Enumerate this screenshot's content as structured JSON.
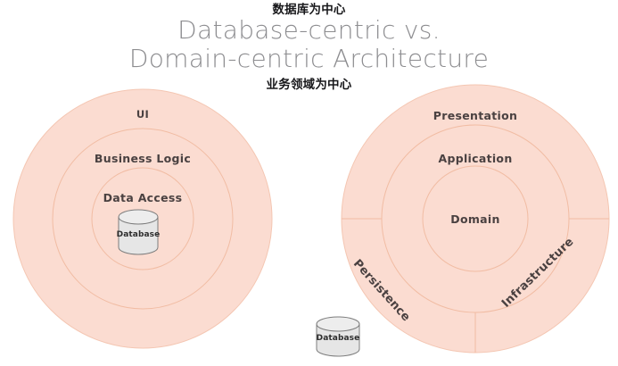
{
  "heading": {
    "note_top": "数据库为中心",
    "note_bottom": "业务领域为中心",
    "title_line1": "Database-centric vs.",
    "title_line2": "Domain-centric Architecture"
  },
  "colors": {
    "ring_fill": "#fbdcd1",
    "ring_stroke": "#f3c1ab",
    "title_text": "#8d8d90",
    "label_text": "#4a4141",
    "note_text": "#17171a",
    "cylinder_fill": "#e4e4e4",
    "cylinder_stroke": "#7b7b7b",
    "background": "#ffffff"
  },
  "left_diagram": {
    "name": "database-centric",
    "rings": [
      {
        "label": "UI"
      },
      {
        "label": "Business Logic"
      },
      {
        "label": "Data Access"
      }
    ],
    "cylinder": {
      "label": "Database"
    }
  },
  "right_diagram": {
    "name": "domain-centric",
    "rings": [
      {
        "label": "Presentation"
      },
      {
        "label": "Application"
      },
      {
        "label": "Domain"
      }
    ],
    "sectors": [
      {
        "label": "Persistence"
      },
      {
        "label": "Infrastructure"
      }
    ]
  },
  "external_cylinder": {
    "label": "Database"
  }
}
